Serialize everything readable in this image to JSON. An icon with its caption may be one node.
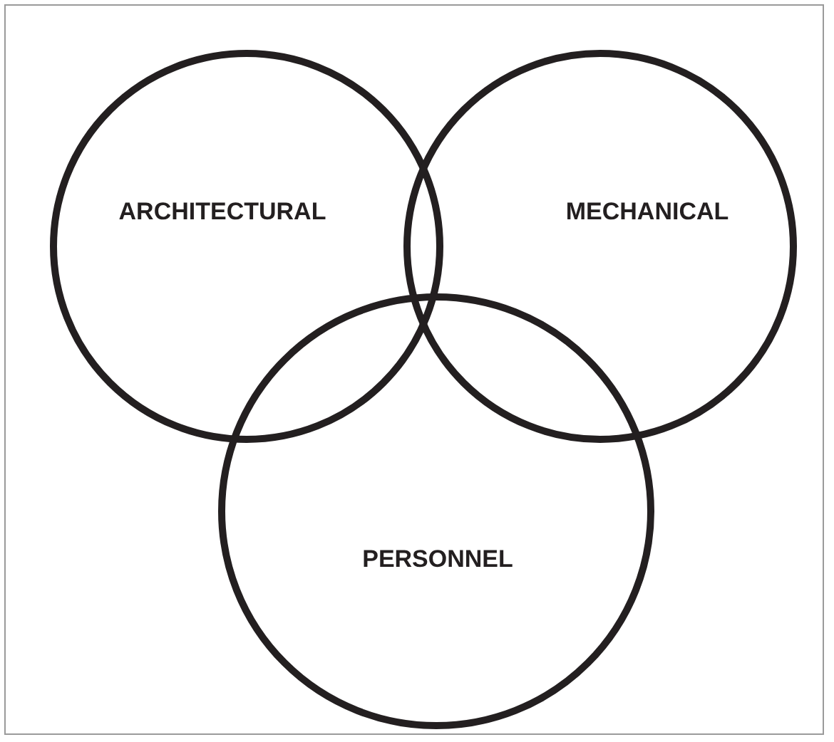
{
  "diagram": {
    "nodes": [
      {
        "text": [
          "ARCHITECTURAL"
        ]
      },
      {
        "text": [
          "MECHANICAL"
        ]
      },
      {
        "text": [
          "PERSONNEL"
        ]
      }
    ]
  }
}
